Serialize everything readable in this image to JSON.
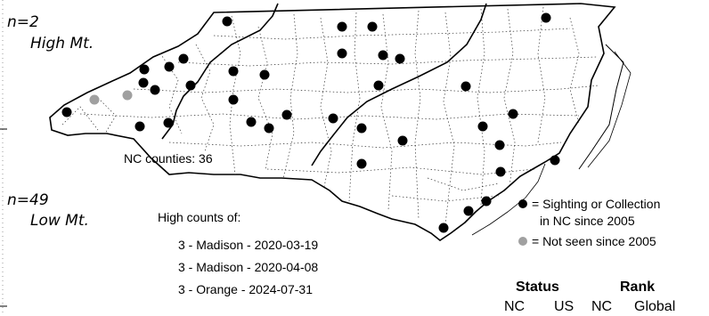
{
  "high_mt": {
    "n_label": "n=2",
    "region_label": "High Mt."
  },
  "low_mt": {
    "n_label": "n=49",
    "region_label": "Low Mt."
  },
  "county_count": "NC counties: 36",
  "high_counts": {
    "heading": "High counts of:",
    "rows": [
      "3 - Madison - 2020-03-19",
      "3 - Madison - 2020-04-08",
      "3 - Orange - 2024-07-31"
    ]
  },
  "legend": {
    "recent_line1": "= Sighting or Collection",
    "recent_line2": "in NC since 2005",
    "old": "= Not seen since 2005",
    "recent_color": "#000000",
    "old_color": "#a0a0a0"
  },
  "status": {
    "status_head": "Status",
    "rank_head": "Rank",
    "sub": [
      "NC",
      "US",
      "NC",
      "Global"
    ]
  }
}
